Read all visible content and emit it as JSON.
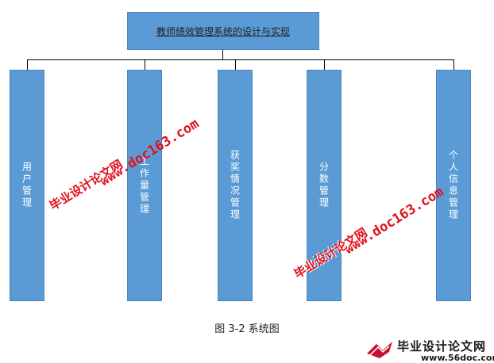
{
  "diagram": {
    "root_title": "教师绩效管理系统的设计与实现",
    "children": [
      {
        "label": "用户管理"
      },
      {
        "label": "工作量管理"
      },
      {
        "label": "获奖情况管理"
      },
      {
        "label": "分数管理"
      },
      {
        "label": "个人信息管理"
      }
    ],
    "caption": "图 3-2 系统图",
    "colors": {
      "box_fill": "#5b9bd5",
      "box_border": "#4a86bd",
      "line": "#000000",
      "watermark": "#e0101e"
    }
  },
  "watermarks": {
    "site_name": "毕业设计论文网",
    "url": "www.doc163.com"
  },
  "footer_logo": {
    "name": "毕业设计论文网",
    "url": "www.56doc.com"
  }
}
